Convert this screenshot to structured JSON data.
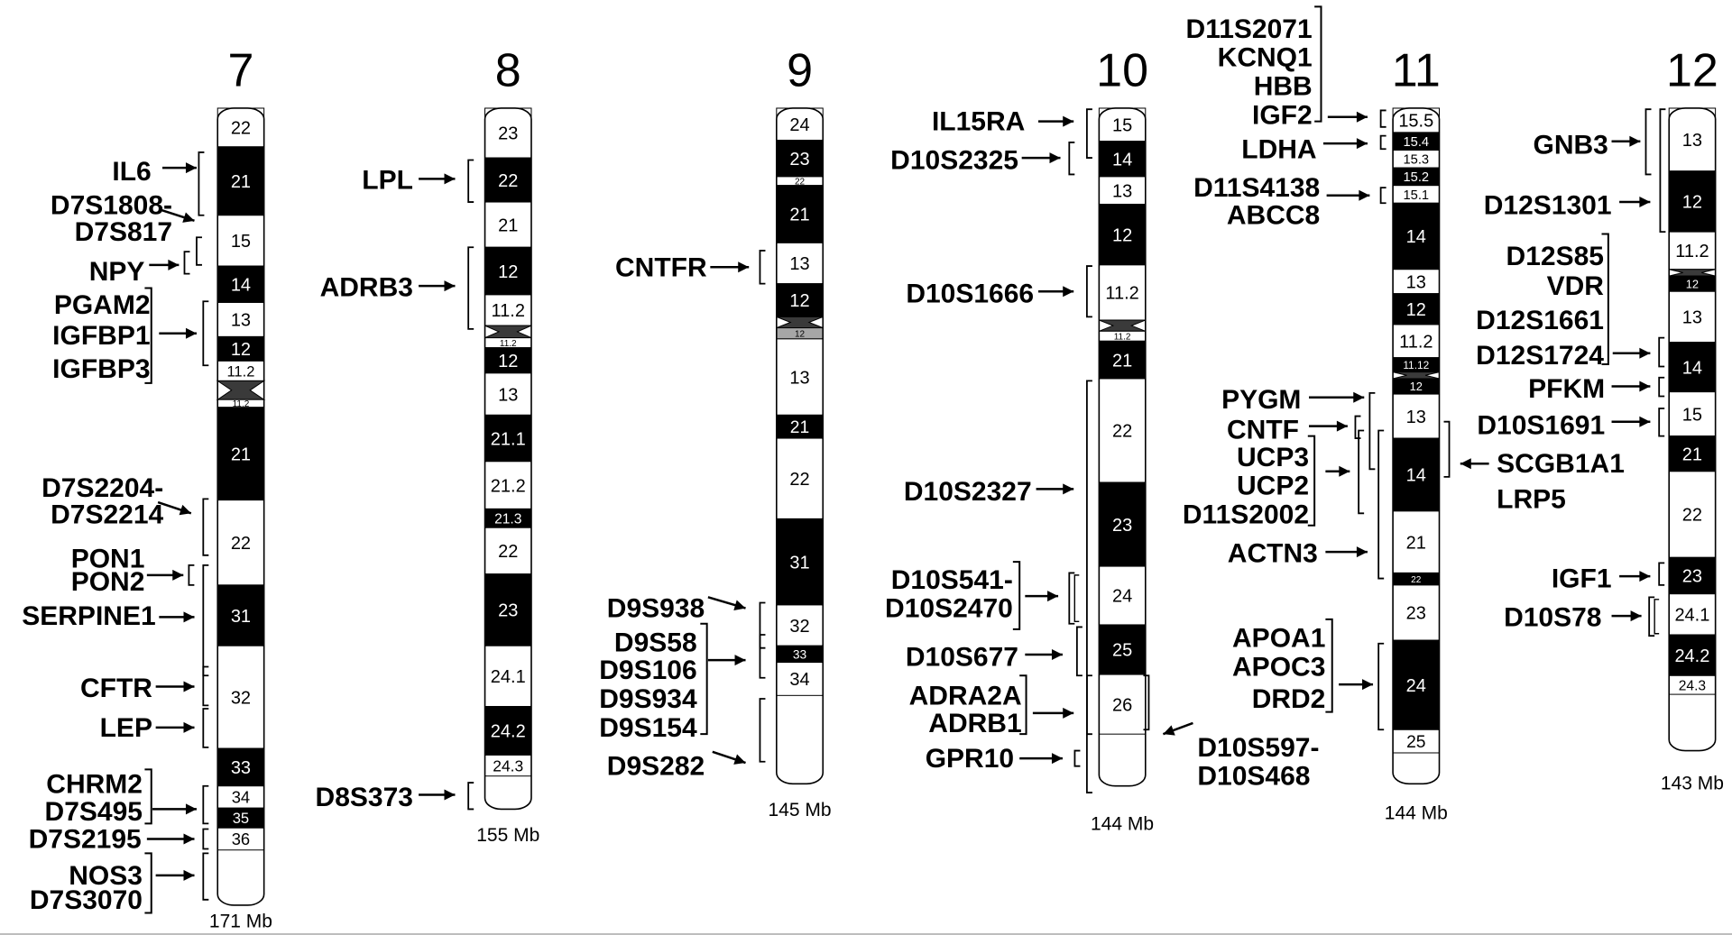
{
  "colors": {
    "dark_band": "#000000",
    "light_band": "#ffffff",
    "gray_band": "#a6a6a6",
    "centromere": "#3a3a3a",
    "ink": "#000000"
  },
  "chromosomes": [
    {
      "name": "7",
      "size": "171 Mb",
      "bands": [
        {
          "label": "22",
          "stain": "light"
        },
        {
          "label": "21",
          "stain": "dark"
        },
        {
          "label": "15",
          "stain": "light"
        },
        {
          "label": "14",
          "stain": "dark"
        },
        {
          "label": "13",
          "stain": "light"
        },
        {
          "label": "12",
          "stain": "dark"
        },
        {
          "label": "11.2",
          "stain": "light"
        },
        {
          "label": "",
          "stain": "cen"
        },
        {
          "label": "11.2",
          "stain": "light"
        },
        {
          "label": "21",
          "stain": "dark"
        },
        {
          "label": "22",
          "stain": "light"
        },
        {
          "label": "31",
          "stain": "dark"
        },
        {
          "label": "32",
          "stain": "light"
        },
        {
          "label": "33",
          "stain": "dark"
        },
        {
          "label": "34",
          "stain": "light"
        },
        {
          "label": "35",
          "stain": "dark"
        },
        {
          "label": "36",
          "stain": "light"
        }
      ],
      "markers": [
        {
          "lines": [
            "IL6"
          ]
        },
        {
          "lines": [
            "D7S1808-",
            "D7S817"
          ]
        },
        {
          "lines": [
            "NPY"
          ]
        },
        {
          "lines": [
            "PGAM2",
            "IGFBP1",
            "IGFBP3"
          ]
        },
        {
          "lines": [
            "D7S2204-",
            "D7S2214"
          ]
        },
        {
          "lines": [
            "PON1",
            "PON2"
          ]
        },
        {
          "lines": [
            "SERPINE1"
          ]
        },
        {
          "lines": [
            "CFTR"
          ]
        },
        {
          "lines": [
            "LEP"
          ]
        },
        {
          "lines": [
            "CHRM2",
            "D7S495"
          ]
        },
        {
          "lines": [
            "D7S2195"
          ]
        },
        {
          "lines": [
            "NOS3",
            "D7S3070"
          ]
        }
      ]
    },
    {
      "name": "8",
      "size": "155 Mb",
      "bands": [
        {
          "label": "23",
          "stain": "light"
        },
        {
          "label": "22",
          "stain": "dark"
        },
        {
          "label": "21",
          "stain": "light"
        },
        {
          "label": "12",
          "stain": "dark"
        },
        {
          "label": "11.2",
          "stain": "light"
        },
        {
          "label": "",
          "stain": "cen"
        },
        {
          "label": "11.2",
          "stain": "light"
        },
        {
          "label": "12",
          "stain": "dark"
        },
        {
          "label": "13",
          "stain": "light"
        },
        {
          "label": "21.1",
          "stain": "dark"
        },
        {
          "label": "21.2",
          "stain": "light"
        },
        {
          "label": "21.3",
          "stain": "dark"
        },
        {
          "label": "22",
          "stain": "light"
        },
        {
          "label": "23",
          "stain": "dark"
        },
        {
          "label": "24.1",
          "stain": "light"
        },
        {
          "label": "24.2",
          "stain": "dark"
        },
        {
          "label": "24.3",
          "stain": "light"
        }
      ],
      "markers": [
        {
          "lines": [
            "LPL"
          ]
        },
        {
          "lines": [
            "ADRB3"
          ]
        },
        {
          "lines": [
            "D8S373"
          ]
        }
      ]
    },
    {
      "name": "9",
      "size": "145 Mb",
      "bands": [
        {
          "label": "24",
          "stain": "light"
        },
        {
          "label": "23",
          "stain": "dark"
        },
        {
          "label": "22",
          "stain": "light"
        },
        {
          "label": "21",
          "stain": "dark"
        },
        {
          "label": "13",
          "stain": "light"
        },
        {
          "label": "12",
          "stain": "dark"
        },
        {
          "label": "",
          "stain": "cen"
        },
        {
          "label": "12",
          "stain": "gray"
        },
        {
          "label": "13",
          "stain": "light"
        },
        {
          "label": "21",
          "stain": "dark"
        },
        {
          "label": "22",
          "stain": "light"
        },
        {
          "label": "31",
          "stain": "dark"
        },
        {
          "label": "32",
          "stain": "light"
        },
        {
          "label": "33",
          "stain": "dark"
        },
        {
          "label": "34",
          "stain": "light"
        }
      ],
      "markers": [
        {
          "lines": [
            "CNTFR"
          ]
        },
        {
          "lines": [
            "D9S938"
          ]
        },
        {
          "lines": [
            "D9S58",
            "D9S106",
            "D9S934",
            "D9S154"
          ]
        },
        {
          "lines": [
            "D9S282"
          ]
        }
      ]
    },
    {
      "name": "10",
      "size": "144 Mb",
      "bands": [
        {
          "label": "15",
          "stain": "light"
        },
        {
          "label": "14",
          "stain": "dark"
        },
        {
          "label": "13",
          "stain": "light"
        },
        {
          "label": "12",
          "stain": "dark"
        },
        {
          "label": "11.2",
          "stain": "light"
        },
        {
          "label": "",
          "stain": "cen"
        },
        {
          "label": "11.2",
          "stain": "light"
        },
        {
          "label": "21",
          "stain": "dark"
        },
        {
          "label": "22",
          "stain": "light"
        },
        {
          "label": "23",
          "stain": "dark"
        },
        {
          "label": "24",
          "stain": "light"
        },
        {
          "label": "25",
          "stain": "dark"
        },
        {
          "label": "26",
          "stain": "light"
        }
      ],
      "markers": [
        {
          "lines": [
            "IL15RA"
          ]
        },
        {
          "lines": [
            "D10S2325"
          ]
        },
        {
          "lines": [
            "D10S1666"
          ]
        },
        {
          "lines": [
            "D10S2327"
          ]
        },
        {
          "lines": [
            "D10S541-",
            "D10S2470"
          ]
        },
        {
          "lines": [
            "D10S677"
          ]
        },
        {
          "lines": [
            "ADRA2A",
            "ADRB1"
          ]
        },
        {
          "lines": [
            "GPR10"
          ]
        },
        {
          "lines": [
            "D10S597-",
            "D10S468"
          ]
        }
      ]
    },
    {
      "name": "11",
      "size": "144 Mb",
      "bands": [
        {
          "label": "15.5",
          "stain": "light"
        },
        {
          "label": "15.4",
          "stain": "dark"
        },
        {
          "label": "15.3",
          "stain": "light"
        },
        {
          "label": "15.2",
          "stain": "dark"
        },
        {
          "label": "15.1",
          "stain": "light"
        },
        {
          "label": "14",
          "stain": "dark"
        },
        {
          "label": "13",
          "stain": "light"
        },
        {
          "label": "12",
          "stain": "dark"
        },
        {
          "label": "11.2",
          "stain": "light"
        },
        {
          "label": "11.12",
          "stain": "dark"
        },
        {
          "label": "",
          "stain": "cen"
        },
        {
          "label": "12",
          "stain": "dark"
        },
        {
          "label": "13",
          "stain": "light"
        },
        {
          "label": "14",
          "stain": "dark"
        },
        {
          "label": "21",
          "stain": "light"
        },
        {
          "label": "22",
          "stain": "dark"
        },
        {
          "label": "23",
          "stain": "light"
        },
        {
          "label": "24",
          "stain": "dark"
        },
        {
          "label": "25",
          "stain": "light"
        }
      ],
      "markers": [
        {
          "lines": [
            "D11S2071",
            "KCNQ1",
            "HBB",
            "IGF2"
          ]
        },
        {
          "lines": [
            "LDHA"
          ]
        },
        {
          "lines": [
            "D11S4138",
            "ABCC8"
          ]
        },
        {
          "lines": [
            "PYGM"
          ]
        },
        {
          "lines": [
            "CNTF"
          ]
        },
        {
          "lines": [
            "UCP3",
            "UCP2",
            "D11S2002"
          ]
        },
        {
          "lines": [
            "ACTN3"
          ]
        },
        {
          "lines": [
            "APOA1",
            "APOC3",
            "DRD2"
          ]
        },
        {
          "lines": [
            "SCGB1A1",
            "LRP5"
          ]
        }
      ]
    },
    {
      "name": "12",
      "size": "143 Mb",
      "bands": [
        {
          "label": "13",
          "stain": "light"
        },
        {
          "label": "12",
          "stain": "dark"
        },
        {
          "label": "11.2",
          "stain": "light"
        },
        {
          "label": "",
          "stain": "cen"
        },
        {
          "label": "12",
          "stain": "dark"
        },
        {
          "label": "13",
          "stain": "light"
        },
        {
          "label": "14",
          "stain": "dark"
        },
        {
          "label": "15",
          "stain": "light"
        },
        {
          "label": "21",
          "stain": "dark"
        },
        {
          "label": "22",
          "stain": "light"
        },
        {
          "label": "23",
          "stain": "dark"
        },
        {
          "label": "24.1",
          "stain": "light"
        },
        {
          "label": "24.2",
          "stain": "dark"
        },
        {
          "label": "24.3",
          "stain": "light"
        }
      ],
      "markers": [
        {
          "lines": [
            "GNB3"
          ]
        },
        {
          "lines": [
            "D12S1301"
          ]
        },
        {
          "lines": [
            "D12S85",
            "VDR",
            "D12S1661",
            "D12S1724"
          ]
        },
        {
          "lines": [
            "PFKM"
          ]
        },
        {
          "lines": [
            "D10S1691"
          ]
        },
        {
          "lines": [
            "IGF1"
          ]
        },
        {
          "lines": [
            "D10S78"
          ]
        }
      ]
    }
  ]
}
